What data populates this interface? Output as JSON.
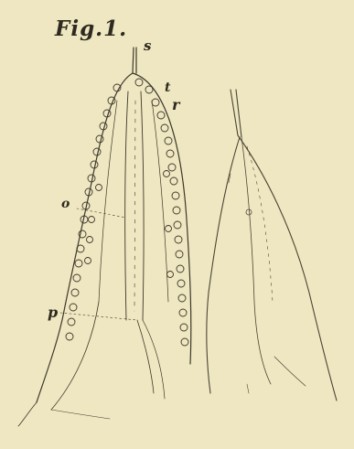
{
  "figure": {
    "title": "Fig.1."
  },
  "labels": {
    "s": "s",
    "t": "t",
    "r": "r",
    "o": "o",
    "p": "p"
  },
  "colors": {
    "paper": "#efe7c1",
    "ink": "#2f2a1f",
    "faint_ink": "#8f8a78"
  }
}
